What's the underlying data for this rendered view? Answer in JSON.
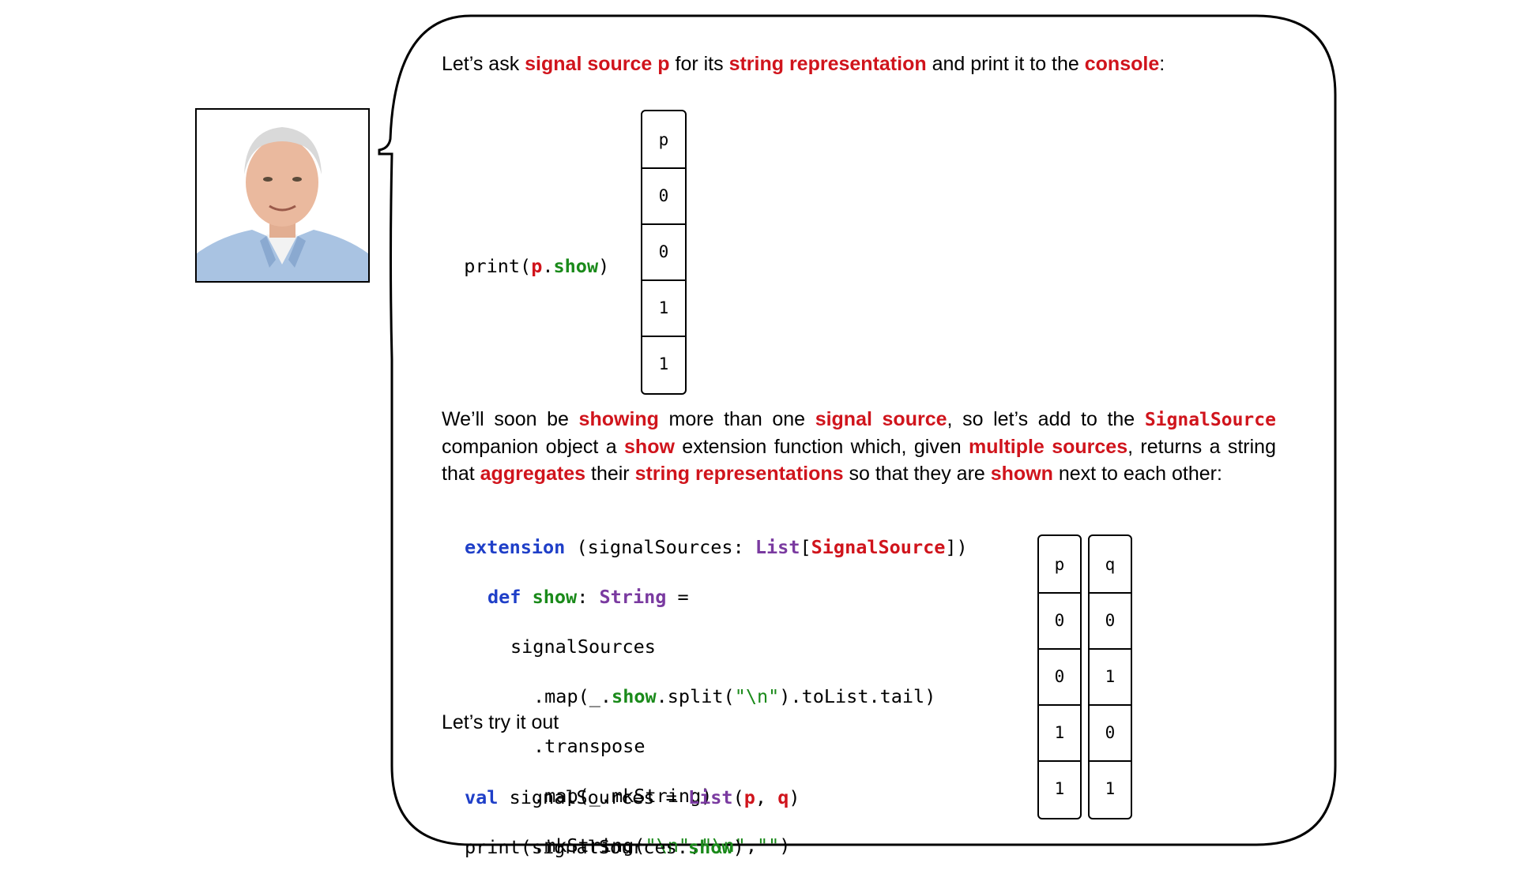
{
  "intro": {
    "t1": "Let’s ask ",
    "k1": "signal source p",
    "t2": " for its ",
    "k2": "string representation",
    "t3": " and print it to the ",
    "k3": "console",
    "t4": ":"
  },
  "print_p": {
    "fn": "print(",
    "p": "p",
    "dot": ".",
    "show": "show",
    "close": ")"
  },
  "column_p": {
    "header": "p",
    "values": [
      "0",
      "0",
      "1",
      "1"
    ]
  },
  "paragraph2": {
    "a": "We’ll soon be ",
    "b": "showing",
    "c": " more than one ",
    "d": "signal source",
    "e": ", so let’s add to the ",
    "f": "SignalSource",
    "g": " companion object a  ",
    "h": "show",
    "i": " extension function which, given ",
    "j": "multiple sources",
    "k": ", returns a string that ",
    "l": "aggregates",
    "m": " their ",
    "n": "string representations",
    "o": " so that they are ",
    "p": "shown",
    "q": " next to each other:"
  },
  "code": {
    "l1_kw": "extension",
    "l1_a": " (signalSources: ",
    "l1_type": "List",
    "l1_b": "[",
    "l1_ss": "SignalSource",
    "l1_c": "])",
    "l2_kw": "def",
    "l2_sp": " ",
    "l2_show": "show",
    "l2_a": ": ",
    "l2_type": "String",
    "l2_b": " =",
    "l3": "signalSources",
    "l4_a": ".map(_.",
    "l4_show": "show",
    "l4_b": ".split(",
    "l4_str": "\"\\n\"",
    "l4_c": ").toList.tail)",
    "l5": ".transpose",
    "l6": ".map(_.mkString)",
    "l7_a": ".mkString(",
    "l7_s1": "\"\\n\"",
    "l7_c1": ",",
    "l7_s2": "\"\\n\"",
    "l7_c2": ",",
    "l7_s3": "\"\"",
    "l7_b": ")"
  },
  "try_label": "Let’s try it out",
  "code2": {
    "l1_kw": "val",
    "l1_a": " signalSources = ",
    "l1_type": "List",
    "l1_b": "(",
    "l1_p": "p",
    "l1_c": ", ",
    "l1_q": "q",
    "l1_d": ")",
    "l2_a": "print(signalSources.",
    "l2_show": "show",
    "l2_b": ")"
  },
  "column_pq": [
    {
      "header": "p",
      "values": [
        "0",
        "0",
        "1",
        "1"
      ]
    },
    {
      "header": "q",
      "values": [
        "0",
        "1",
        "0",
        "1"
      ]
    }
  ]
}
